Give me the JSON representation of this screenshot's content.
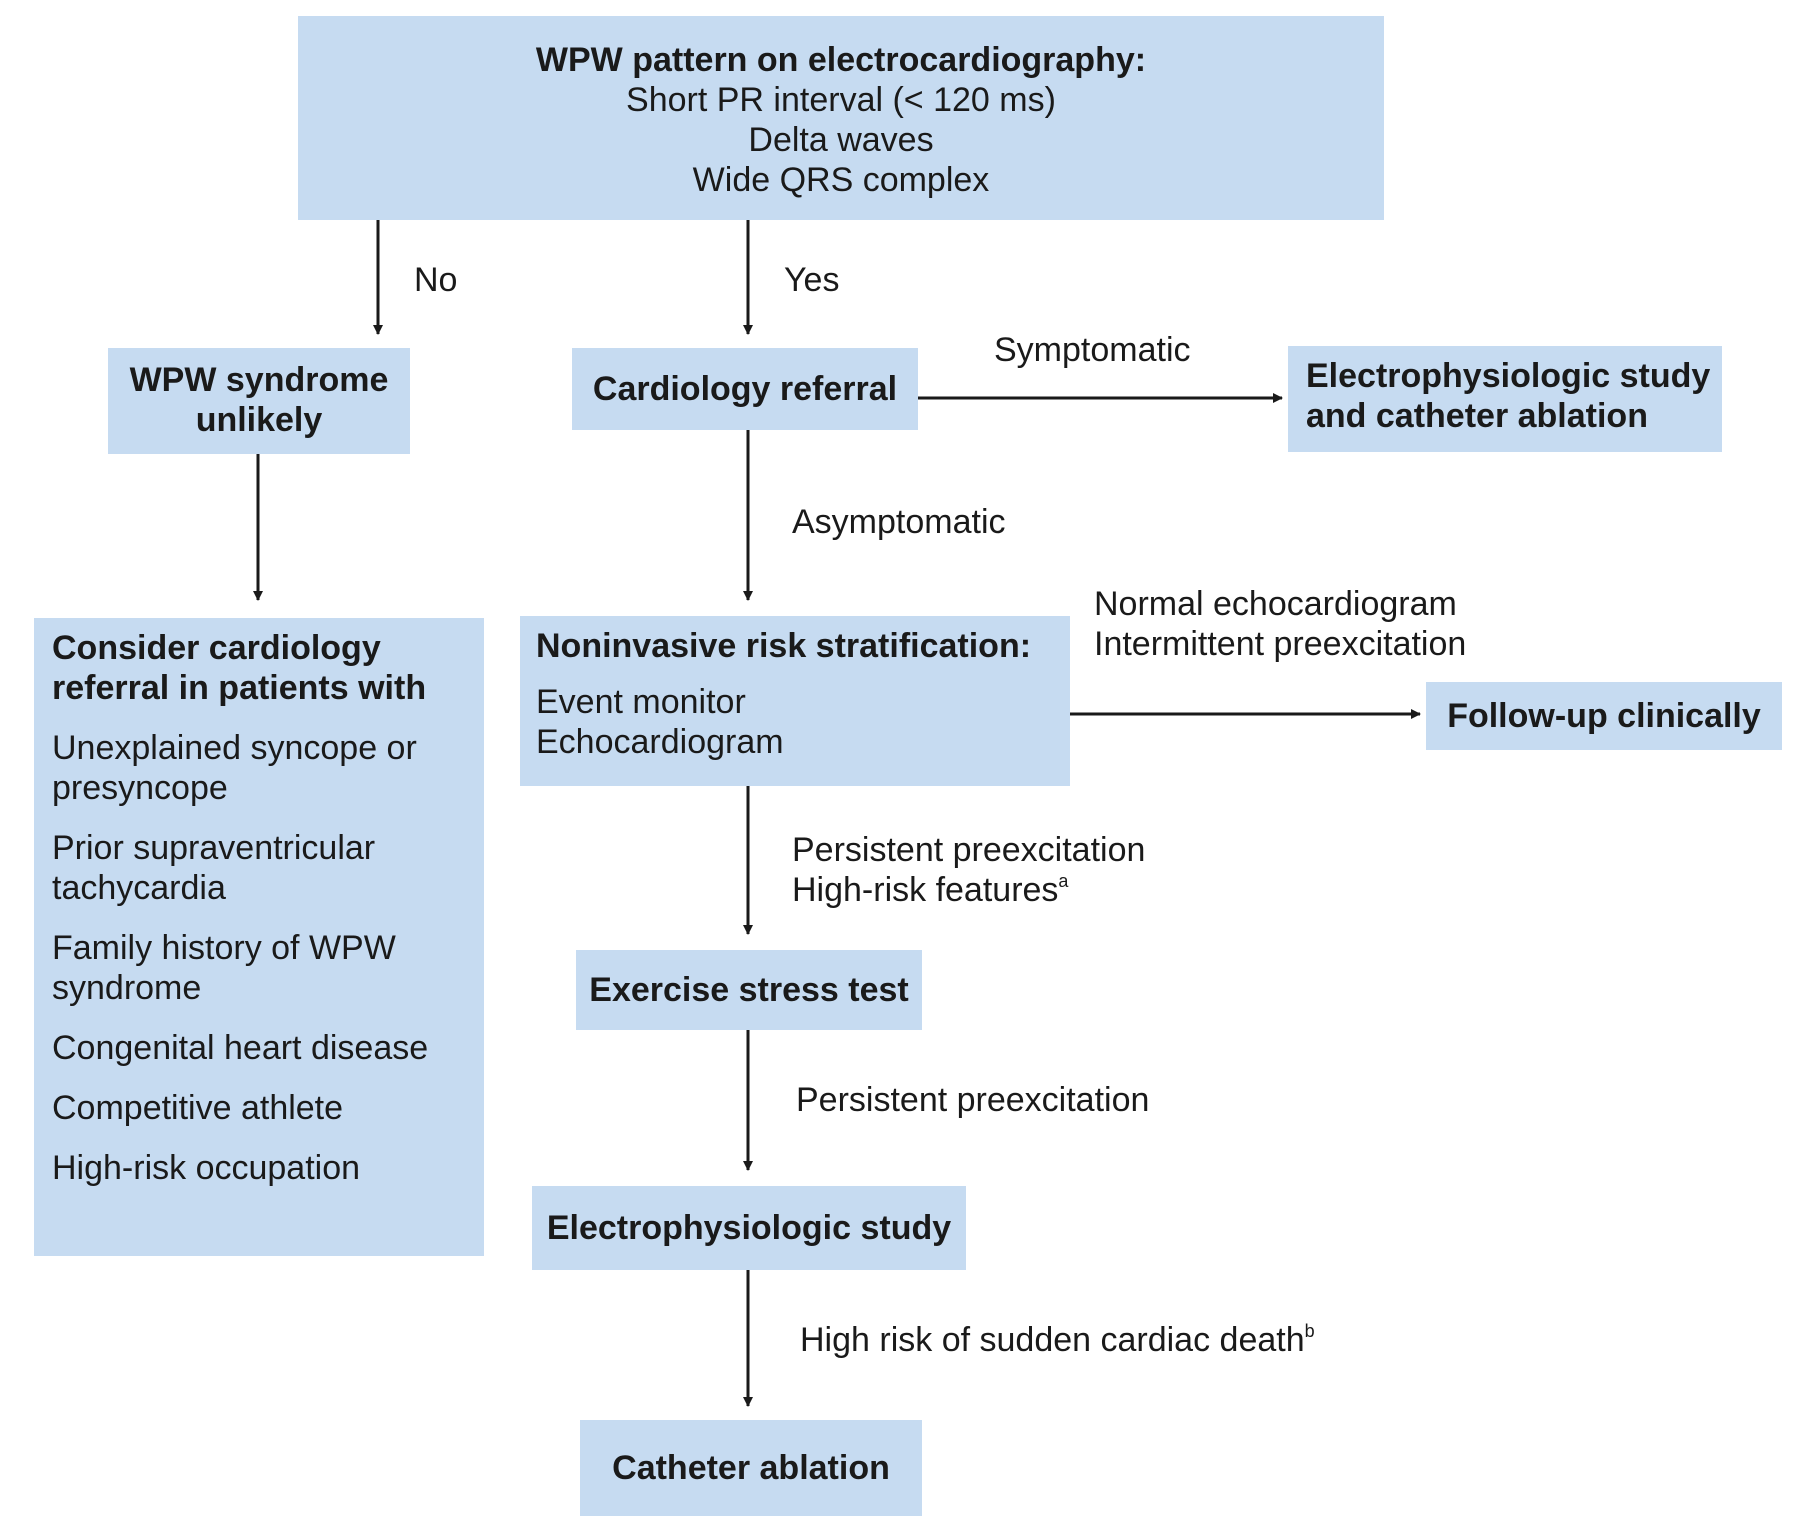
{
  "top_box": {
    "title": "WPW pattern on electrocardiography:",
    "lines": [
      "Short PR interval (< 120 ms)",
      "Delta waves",
      "Wide QRS complex"
    ]
  },
  "edges": {
    "no": "No",
    "yes": "Yes",
    "symptomatic": "Symptomatic",
    "asymptomatic": "Asymptomatic",
    "normal_echo": [
      "Normal echocardiogram",
      "Intermittent preexcitation"
    ],
    "persistent_highrisk": [
      "Persistent preexcitation",
      "High-risk features"
    ],
    "persistent_highrisk_sup": "a",
    "persistent": "Persistent preexcitation",
    "high_risk_scd": "High risk of sudden cardiac death",
    "high_risk_scd_sup": "b"
  },
  "wpw_unlikely": [
    "WPW syndrome",
    "unlikely"
  ],
  "cardiology_referral": "Cardiology referral",
  "eps_ablation": [
    "Electrophysiologic study",
    "and catheter ablation"
  ],
  "consider_box": {
    "heading": [
      "Consider cardiology",
      "referral in patients with"
    ],
    "items": [
      [
        "Unexplained syncope or",
        "presyncope"
      ],
      [
        "Prior supraventricular",
        "tachycardia"
      ],
      [
        "Family history of WPW",
        "syndrome"
      ],
      [
        "Congenital heart disease"
      ],
      [
        "Competitive athlete"
      ],
      [
        "High-risk occupation"
      ]
    ]
  },
  "noninvasive_box": {
    "heading": "Noninvasive risk stratification:",
    "lines": [
      "Event monitor",
      "Echocardiogram"
    ]
  },
  "follow_up": "Follow-up clinically",
  "stress_test": "Exercise stress test",
  "eps": "Electrophysiologic study",
  "catheter_ablation": "Catheter ablation",
  "colors": {
    "box_fill": "#c6dbf1",
    "arrow": "#1a1a1a"
  }
}
